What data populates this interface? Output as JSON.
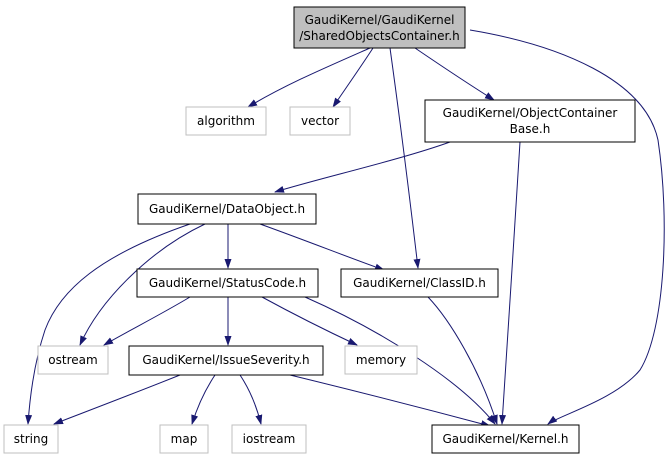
{
  "colors": {
    "edge": "#191970",
    "node_border": "#000000",
    "external_border": "#bfbfbf",
    "root_fill": "#bfbfbf",
    "node_fill": "#ffffff",
    "text": "#000000"
  },
  "nodes": {
    "shared_objects_container": {
      "line1": "GaudiKernel/GaudiKernel",
      "line2": "/SharedObjectsContainer.h"
    },
    "algorithm": {
      "label": "algorithm"
    },
    "vector": {
      "label": "vector"
    },
    "object_container_base": {
      "line1": "GaudiKernel/ObjectContainer",
      "line2": "Base.h"
    },
    "data_object": {
      "label": "GaudiKernel/DataObject.h"
    },
    "status_code": {
      "label": "GaudiKernel/StatusCode.h"
    },
    "class_id": {
      "label": "GaudiKernel/ClassID.h"
    },
    "ostream": {
      "label": "ostream"
    },
    "issue_severity": {
      "label": "GaudiKernel/IssueSeverity.h"
    },
    "memory": {
      "label": "memory"
    },
    "string": {
      "label": "string"
    },
    "map": {
      "label": "map"
    },
    "iostream": {
      "label": "iostream"
    },
    "kernel": {
      "label": "GaudiKernel/Kernel.h"
    }
  }
}
